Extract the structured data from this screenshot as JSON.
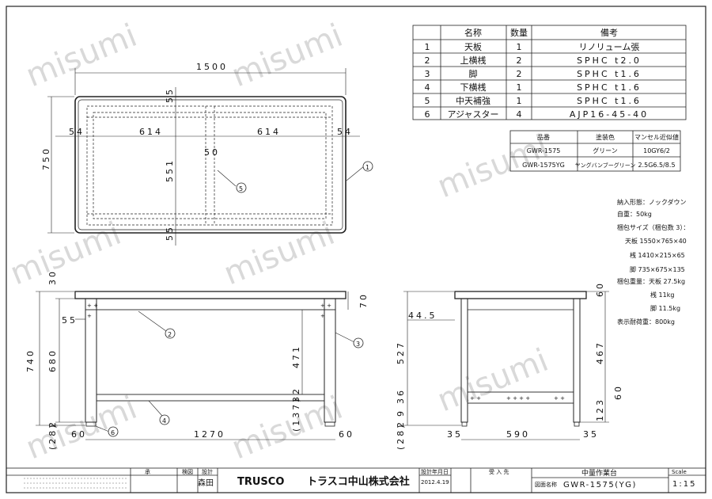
{
  "watermark": "misumi",
  "parts_table": {
    "headers": [
      "名称",
      "数量",
      "備考"
    ],
    "rows": [
      {
        "no": "1",
        "name": "天板",
        "qty": "1",
        "note": "リノリューム張"
      },
      {
        "no": "2",
        "name": "上横桟",
        "qty": "2",
        "note": "SPHC t2.0"
      },
      {
        "no": "3",
        "name": "脚",
        "qty": "2",
        "note": "SPHC t1.6"
      },
      {
        "no": "4",
        "name": "下横桟",
        "qty": "1",
        "note": "SPHC t1.6"
      },
      {
        "no": "5",
        "name": "中天補強",
        "qty": "1",
        "note": "SPHC t1.6"
      },
      {
        "no": "6",
        "name": "アジャスター",
        "qty": "4",
        "note": "AJP16-45-40"
      }
    ]
  },
  "color_table": {
    "headers": [
      "品番",
      "塗装色",
      "マンセル近似値"
    ],
    "rows": [
      [
        "GWR-1575",
        "グリーン",
        "10GY6/2"
      ],
      [
        "GWR-1575YG",
        "ヤングバンブーグリーン",
        "2.5G6.5/8.5"
      ]
    ]
  },
  "notes": [
    "納入形態：ノックダウン",
    "自重：50kg",
    "梱包サイズ（梱包数 3）：",
    "天板 1550×765×40",
    "桟 1410×215×65",
    "脚 735×675×135",
    "梱包重量：天板 27.5kg",
    "桟 11kg",
    "脚 11.5kg",
    "表示耐荷重：800kg"
  ],
  "plan_dims": {
    "overall_width": "1500",
    "overall_depth": "750",
    "left_margin": "54",
    "left_span": "614",
    "center": "50",
    "right_span": "614",
    "right_margin": "54",
    "top_margin": "55",
    "inner_depth": "551",
    "bottom_margin": "55"
  },
  "front_dims": {
    "top_thickness": "30",
    "beam_height": "70",
    "beam_offset": "55",
    "total_height": "740",
    "leg_height": "680",
    "inner_height": "471",
    "lower_beam": "32",
    "lower_gap": "(137)",
    "adjuster": "2",
    "adjuster_bottom": "(28)",
    "left_leg": "60",
    "span": "1270",
    "right_leg": "60"
  },
  "side_dims": {
    "top_thickness": "60",
    "offset": "44.5",
    "upper": "527",
    "right_upper": "467",
    "lower_beam": "60",
    "left_36": "36",
    "left_9": "9",
    "right_lower": "123",
    "adjuster": "2",
    "adjuster_bottom": "(28)",
    "left_leg": "35",
    "span": "590",
    "right_leg": "35"
  },
  "callouts": [
    "1",
    "2",
    "3",
    "4",
    "5",
    "6"
  ],
  "title_block": {
    "approve": "承",
    "check": "検図",
    "design": "設計",
    "designer": "森田",
    "brand": "TRUSCO",
    "company": "トラスコ中山株式会社",
    "date_label": "設計年月日",
    "date": "2012.4.19",
    "customer_label": "受 入 先",
    "title": "中量作業台",
    "drawing_label": "図面名称",
    "drawing_no": "GWR-1575(YG)",
    "scale_label": "Scale",
    "scale": "1:15"
  }
}
